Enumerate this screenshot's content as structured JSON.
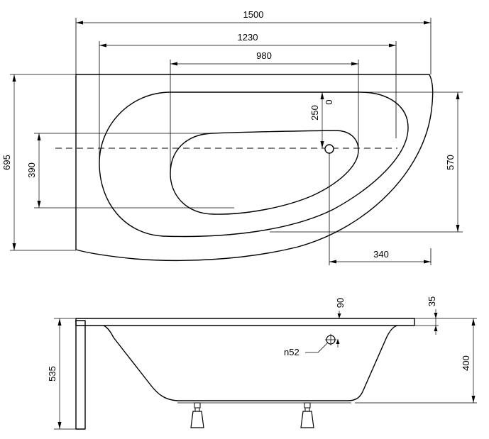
{
  "top_view": {
    "width_total": "1500",
    "width_outer_basin": "1230",
    "width_inner_basin": "980",
    "height_total": "695",
    "height_inner": "390",
    "height_outer": "570",
    "drain_offset_y": "250",
    "drain_offset_x": "340",
    "drain_mark": "0"
  },
  "side_view": {
    "overflow_offset": "90",
    "rim_thickness": "35",
    "height_total": "535",
    "basin_depth": "400",
    "overflow_label": "n52"
  }
}
